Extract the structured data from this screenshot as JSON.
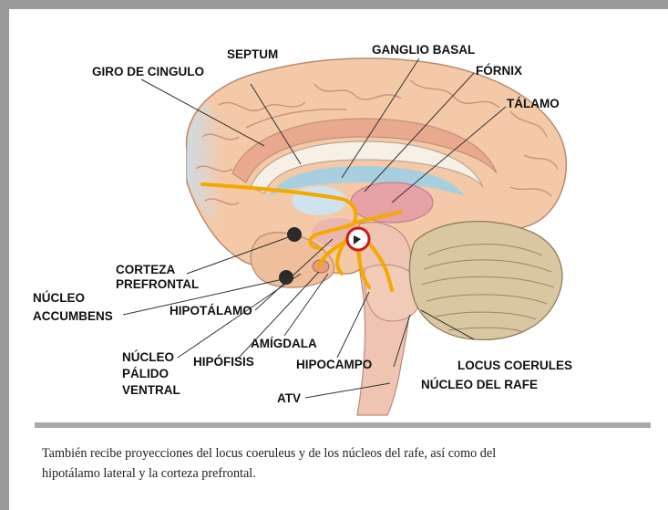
{
  "labels": {
    "giro_cingulo": "GIRO DE CINGULO",
    "septum": "SEPTUM",
    "ganglio_basal": "GANGLIO BASAL",
    "fornix": "FÓRNIX",
    "talamo": "TÁLAMO",
    "corteza_line1": "CORTEZA",
    "corteza_line2": "PREFRONTAL",
    "nucleo_accumbens_line1": "NÚCLEO",
    "nucleo_accumbens_line2": "ACCUMBENS",
    "hipotalamo": "HIPOTÁLAMO",
    "nucleo_palido_line1": "NÚCLEO",
    "nucleo_palido_line2": "PÁLIDO",
    "nucleo_palido_line3": "VENTRAL",
    "hipofisis": "HIPÓFISIS",
    "amigdala": "AMÍGDALA",
    "hipocampo": "HIPOCAMPO",
    "locus_coerules": "LOCUS COERULES",
    "nucleo_rafe": "NÚCLEO DEL RAFE",
    "atv": "ATV"
  },
  "caption": {
    "line1": "También recibe proyecciones del locus coeruleus y de los núcleos del rafe, así como del",
    "line2": "hipotálamo lateral y la corteza prefrontal."
  },
  "colors": {
    "frame": "#9a9a9a",
    "pathway": "#f5a800",
    "marker": "#cc1a1a",
    "cortex": "#f3c9a8",
    "cerebellum": "#d9c7a2"
  }
}
